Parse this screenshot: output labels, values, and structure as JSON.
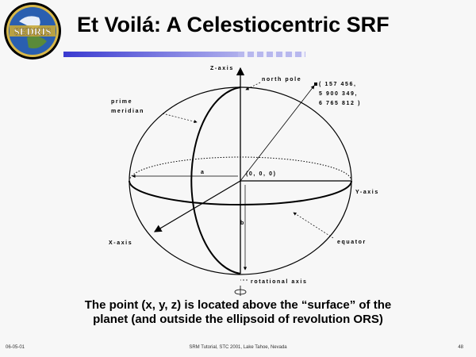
{
  "logo": {
    "text": "SEDRIS"
  },
  "title": "Et Voilá: A Celestiocentric SRF",
  "diagram": {
    "z_axis": "Z-axis",
    "y_axis": "Y-axis",
    "x_axis": "X-axis",
    "north_pole": "north pole",
    "prime_meridian_1": "prime",
    "prime_meridian_2": "meridian",
    "point_1": "( 157 456,",
    "point_2": "5 900 349,",
    "point_3": "6 765 812 )",
    "origin": "(0, 0, 0)",
    "a": "a",
    "b": "b",
    "equator": "equator",
    "rotational_axis": "rotational axis"
  },
  "caption": {
    "line1": "The point (x, y, z) is located above the “surface” of the",
    "line2": "planet (and outside the ellipsoid of revolution ORS)"
  },
  "footer": {
    "date": "06-05-01",
    "center": "SRM Tutorial, STC 2001, Lake Tahoe, Nevada",
    "page": "48"
  }
}
